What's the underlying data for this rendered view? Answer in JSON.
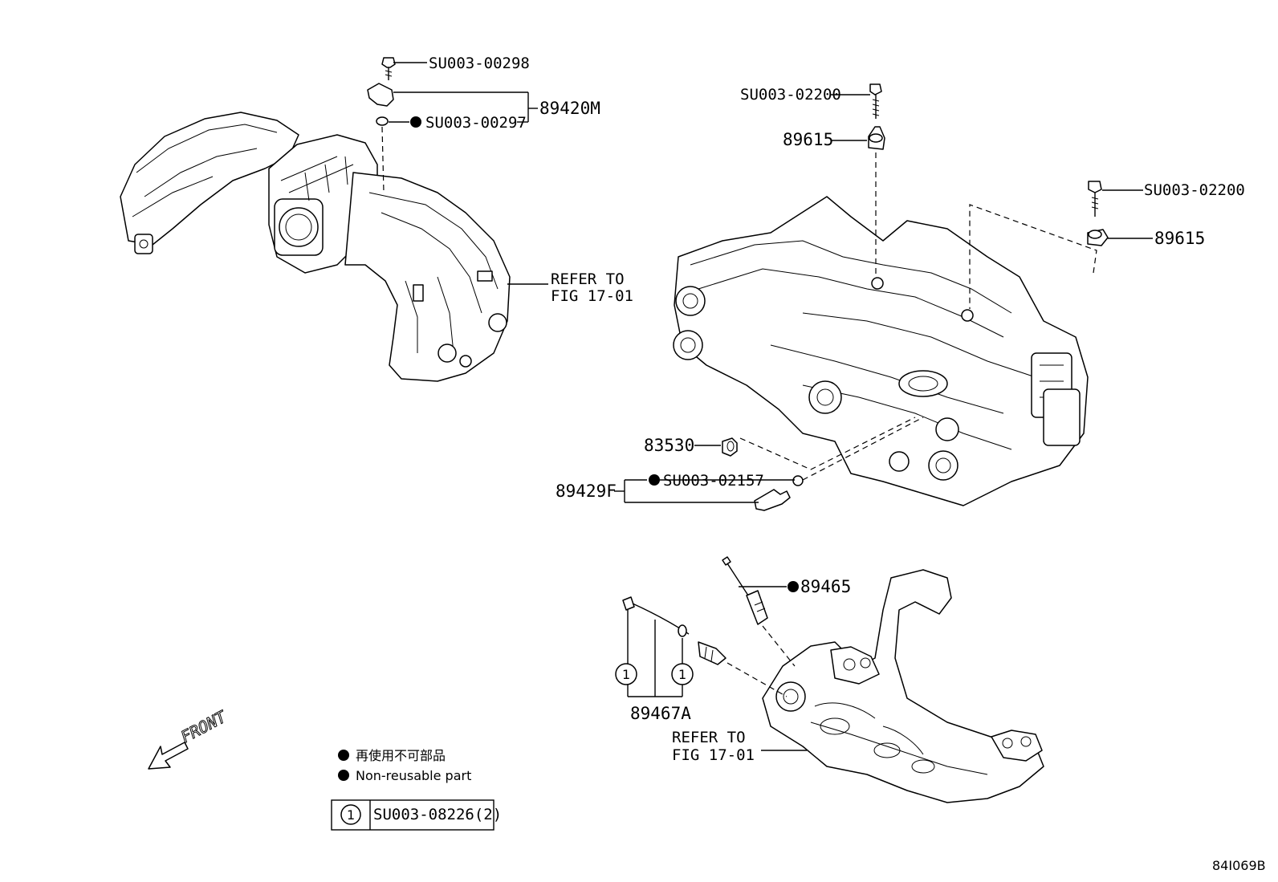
{
  "labels": {
    "bolt_top": "SU003-00298",
    "sensor_assy": "89420M",
    "oring_top": "SU003-00297",
    "refer_manifold_1": "REFER TO",
    "refer_manifold_2": "FIG 17-01",
    "knock_bolt_1": "SU003-02200",
    "knock_sensor_1": "89615",
    "knock_bolt_2": "SU003-02200",
    "knock_sensor_2": "89615",
    "oil_pressure_switch": "83530",
    "temp_sensor_assy": "89429F",
    "temp_gasket": "SU003-02157",
    "o2_sensor": "89465",
    "af_sensor": "89467A",
    "refer_exhaust_1": "REFER TO",
    "refer_exhaust_2": "FIG 17-01",
    "front": "FRONT",
    "circle_num": "1",
    "legend_jp": "再使用不可部品",
    "legend_en": "Non-reusable part",
    "legend_box_num": "1",
    "legend_box_part": "SU003-08226(2)",
    "diagram_code": "84I069B"
  }
}
